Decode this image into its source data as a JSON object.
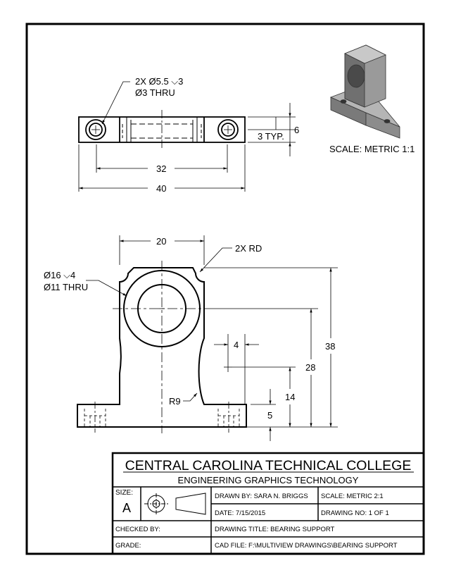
{
  "top_view": {
    "hole_note_line1": "2X Ø5.5 ⌵3",
    "hole_note_line2": "Ø3 THRU",
    "dim_6": "6",
    "dim_3typ": "3 TYP.",
    "dim_32": "32",
    "dim_40": "40"
  },
  "iso_view": {
    "scale_label": "SCALE: METRIC 1:1"
  },
  "front_view": {
    "dim_20": "20",
    "rd_note": "2X RD",
    "bore_note_line1": "Ø16 ⌵4",
    "bore_note_line2": "Ø11 THRU",
    "dim_4": "4",
    "dim_38": "38",
    "dim_28": "28",
    "dim_14": "14",
    "dim_5": "5",
    "radius_note": "R9"
  },
  "title_block": {
    "college": "CENTRAL CAROLINA TECHNICAL COLLEGE",
    "department": "ENGINEERING GRAPHICS TECHNOLOGY",
    "size_label": "SIZE:",
    "size_value": "A",
    "drawn_by": "DRAWN BY: SARA N. BRIGGS",
    "scale": "SCALE: METRIC 2:1",
    "date": "DATE: 7/15/2015",
    "drawing_no": "DRAWING NO: 1 OF 1",
    "checked_by": "CHECKED BY:",
    "drawing_title": "DRAWING TITLE: BEARING SUPPORT",
    "grade": "GRADE:",
    "cad_file": "CAD FILE: F:\\MULTIVIEW DRAWINGS\\BEARING SUPPORT"
  }
}
